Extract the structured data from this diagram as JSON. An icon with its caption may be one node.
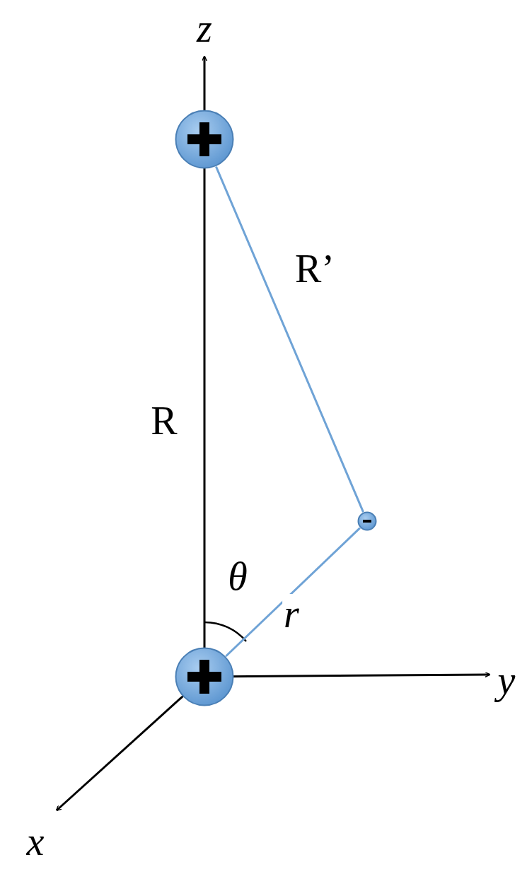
{
  "diagram": {
    "nodes": [
      {
        "text": [],
        "shape": "circle"
      },
      {
        "text": [],
        "shape": "circle"
      },
      {
        "text": [],
        "shape": "circle"
      }
    ],
    "edges": [
      {
        "from": 0,
        "to": 1,
        "arrow": "none",
        "label": "R’"
      },
      {
        "from": 1,
        "to": 2,
        "arrow": "none",
        "label": "r"
      }
    ],
    "labels": [
      "z",
      "R",
      "θ",
      "y",
      "x"
    ]
  }
}
